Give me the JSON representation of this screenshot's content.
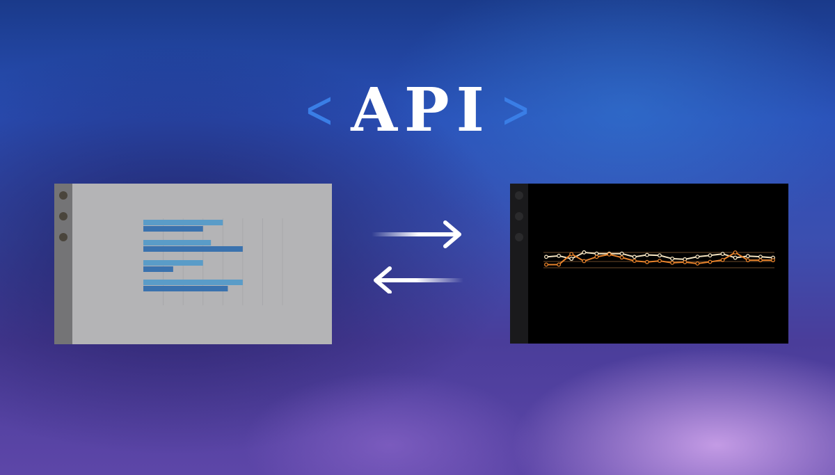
{
  "banner": {
    "title": "API",
    "bracket_open": "<",
    "bracket_close": ">"
  },
  "icons": {
    "request_arrow": "arrow-right-icon",
    "response_arrow": "arrow-left-icon"
  },
  "colors": {
    "bracket": "#3a7ee6",
    "title": "#ffffff",
    "bar_light": "#5a9cc8",
    "bar_dark": "#3a72ae",
    "line_white": "#f4e3c0",
    "line_orange": "#e8832b"
  },
  "chart_data": [
    {
      "type": "bar",
      "orientation": "horizontal",
      "categories": [
        "",
        "",
        "",
        ""
      ],
      "series": [
        {
          "values": [
            8,
            6.8,
            6,
            10
          ]
        },
        {
          "values": [
            6,
            10,
            3,
            8.5
          ]
        }
      ],
      "xlim": [
        0,
        14
      ],
      "grid": true
    },
    {
      "type": "line",
      "x": [
        0,
        1,
        2,
        3,
        4,
        5,
        6,
        7,
        8,
        9,
        10,
        11,
        12,
        13,
        14,
        15,
        16,
        17,
        18
      ],
      "series": [
        {
          "values": [
            3.6,
            4.4,
            2.1,
            7.1,
            6.1,
            6.1,
            6.1,
            3.6,
            5.1,
            4.7,
            2.2,
            1.7,
            3.7,
            4.7,
            5.9,
            2.9,
            4.2,
            3.7,
            2.9
          ]
        },
        {
          "values": [
            -2.4,
            -2.4,
            5.8,
            0.3,
            3.6,
            5.5,
            3.1,
            0.5,
            -0.4,
            0.5,
            -1.0,
            -0.5,
            -1.6,
            -0.3,
            1.2,
            7.0,
            1.0,
            1.0,
            1.0
          ]
        }
      ],
      "ylim": [
        -22,
        24
      ]
    }
  ]
}
